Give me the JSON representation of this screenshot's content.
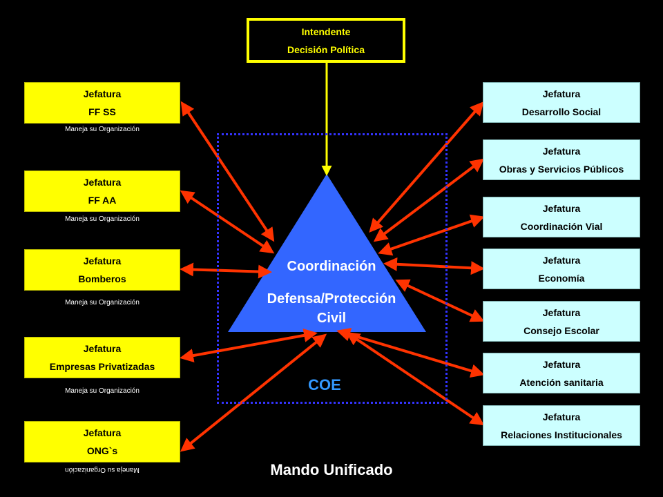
{
  "intendente": {
    "line1": "Intendente",
    "line2": "Decisión Política"
  },
  "center": {
    "line1": "Coordinación",
    "line2": "Defensa/Protección",
    "line3": "Civil"
  },
  "coe_label": "COE",
  "footer": "Mando Unificado",
  "note": "Maneja su Organización",
  "left": [
    {
      "line1": "Jefatura",
      "line2": "FF SS"
    },
    {
      "line1": "Jefatura",
      "line2": "FF AA"
    },
    {
      "line1": "Jefatura",
      "line2": "Bomberos"
    },
    {
      "line1": "Jefatura",
      "line2": "Empresas Privatizadas"
    },
    {
      "line1": "Jefatura",
      "line2": "ONG`s"
    }
  ],
  "right": [
    {
      "line1": "Jefatura",
      "line2": "Desarrollo Social"
    },
    {
      "line1": "Jefatura",
      "line2": "Obras y Servicios Públicos"
    },
    {
      "line1": "Jefatura",
      "line2": "Coordinación Vial"
    },
    {
      "line1": "Jefatura",
      "line2": "Economía"
    },
    {
      "line1": "Jefatura",
      "line2": "Consejo Escolar"
    },
    {
      "line1": "Jefatura",
      "line2": "Atención sanitaria"
    },
    {
      "line1": "Jefatura",
      "line2": "Relaciones Institucionales"
    }
  ],
  "colors": {
    "left_fill": "#ffff00",
    "right_fill": "#ccffff",
    "triangle": "#3366ff",
    "arrows": "#ff3300",
    "coe_border": "#3333ff",
    "coe_text": "#3399ff"
  }
}
